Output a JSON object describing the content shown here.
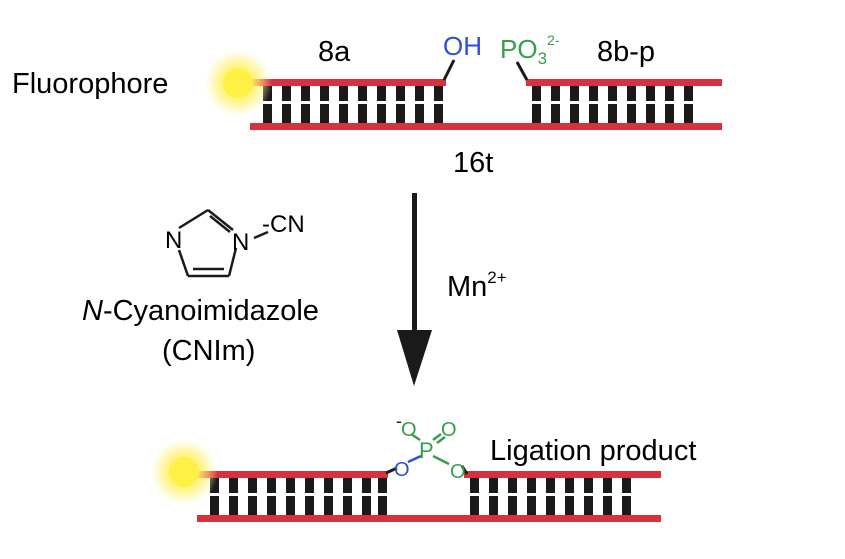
{
  "labels": {
    "fluorophore": "Fluorophore",
    "strand_left": "8a",
    "strand_right": "8b-p",
    "template": "16t",
    "hydroxyl": "OH",
    "phosphate_base": "PO",
    "phosphate_sub": "3",
    "phosphate_sup": "2-",
    "reagent_name_italic": "N",
    "reagent_name_rest": "-Cyanoimidazole",
    "reagent_abbrev": "(CNIm)",
    "catalyst_base": "Mn",
    "catalyst_sup": "2+",
    "product": "Ligation product",
    "atom_N1": "N",
    "atom_N2": "N",
    "cn_group": "-CN",
    "atom_P": "P",
    "atom_O_top_left": "O",
    "atom_O_top_right": "O",
    "atom_O_left": "O",
    "atom_O_right": "O",
    "charge_minus": "-"
  },
  "colors": {
    "strand": "#d9303f",
    "rung": "#1a1a1a",
    "glow": "#fff06a",
    "hydroxyl": "#2b4fd6",
    "phosphate": "#35a04a",
    "arrow": "#1a1a1a"
  }
}
